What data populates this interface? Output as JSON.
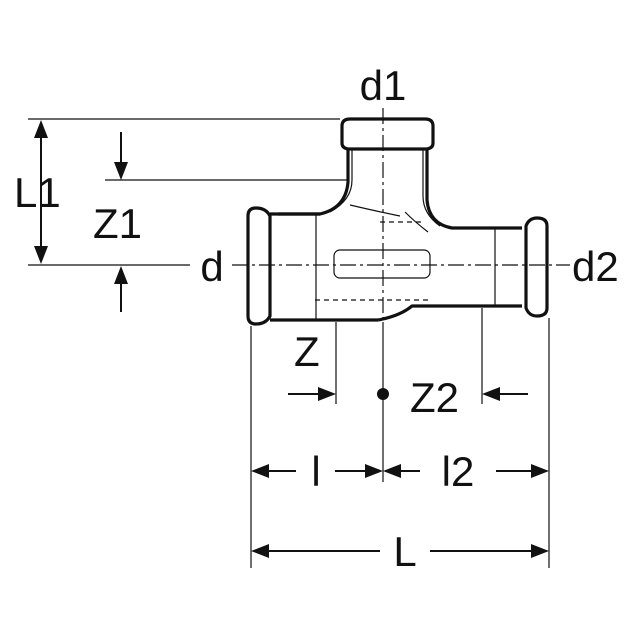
{
  "labels": {
    "d1": "d1",
    "d": "d",
    "d2": "d2",
    "L1": "L1",
    "Z1": "Z1",
    "Z": "Z",
    "Z2": "Z2",
    "l": "l",
    "l2": "l2",
    "L": "L"
  },
  "colors": {
    "line": "#111111",
    "background": "#ffffff"
  }
}
